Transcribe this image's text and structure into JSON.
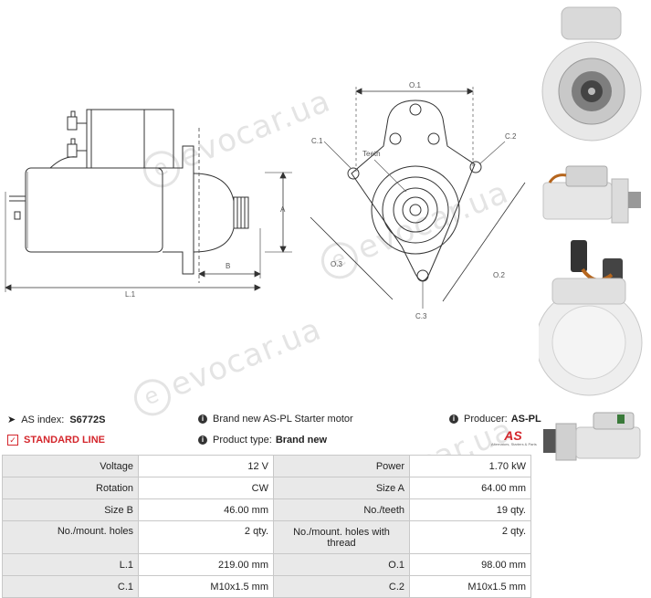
{
  "watermark": "evocar.ua",
  "drawing": {
    "side_labels": {
      "A": "A",
      "B": "B",
      "L1": "L.1"
    },
    "front_labels": {
      "O1": "O.1",
      "O2": "O.2",
      "O3": "O.3",
      "C1": "C.1",
      "C2": "C.2",
      "C3": "C.3",
      "teeth": "Teeth"
    }
  },
  "info": {
    "as_index_label": "AS index:",
    "as_index_value": "S6772S",
    "description": "Brand new AS-PL Starter motor",
    "producer_label": "Producer:",
    "producer_value": "AS-PL",
    "line_label": "STANDARD LINE",
    "product_type_label": "Product type:",
    "product_type_value": "Brand new",
    "logo_text": "AS",
    "logo_subtext": "Alternators, Starters & Parts"
  },
  "specs": [
    {
      "k1": "Voltage",
      "v1": "12 V",
      "k2": "Power",
      "v2": "1.70 kW"
    },
    {
      "k1": "Rotation",
      "v1": "CW",
      "k2": "Size A",
      "v2": "64.00 mm"
    },
    {
      "k1": "Size B",
      "v1": "46.00 mm",
      "k2": "No./teeth",
      "v2": "19 qty."
    },
    {
      "k1": "No./mount. holes",
      "v1": "2 qty.",
      "k2": "No./mount. holes with thread",
      "v2": "2 qty."
    },
    {
      "k1": "L.1",
      "v1": "219.00 mm",
      "k2": "O.1",
      "v2": "98.00 mm"
    },
    {
      "k1": "C.1",
      "v1": "M10x1.5 mm",
      "k2": "C.2",
      "v2": "M10x1.5 mm"
    }
  ],
  "colors": {
    "accent_red": "#d4262c",
    "table_key_bg": "#e9e9e9",
    "line": "#333333"
  }
}
